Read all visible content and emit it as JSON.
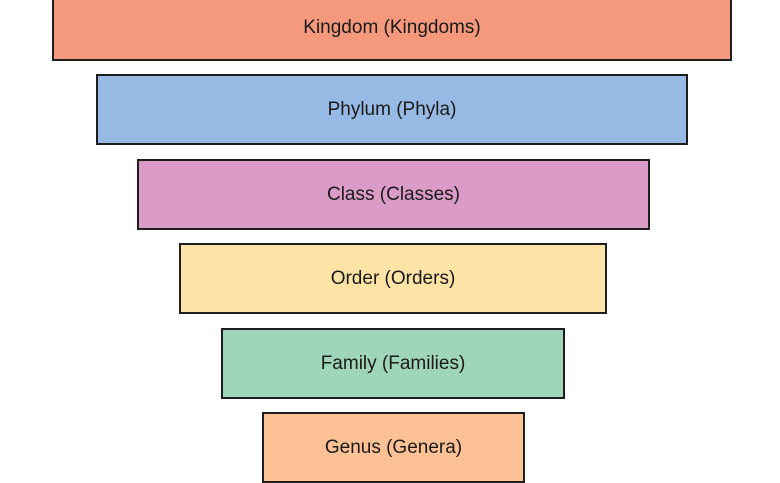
{
  "levels": [
    {
      "label": "Kingdom (Kingdoms)",
      "color": "#f4997b"
    },
    {
      "label": "Phylum (Phyla)",
      "color": "#97bae4"
    },
    {
      "label": "Class (Classes)",
      "color": "#da9cc7"
    },
    {
      "label": "Order (Orders)",
      "color": "#fde3a6"
    },
    {
      "label": "Family (Families)",
      "color": "#9fd5b9"
    },
    {
      "label": "Genus (Genera)",
      "color": "#fcc194"
    }
  ]
}
